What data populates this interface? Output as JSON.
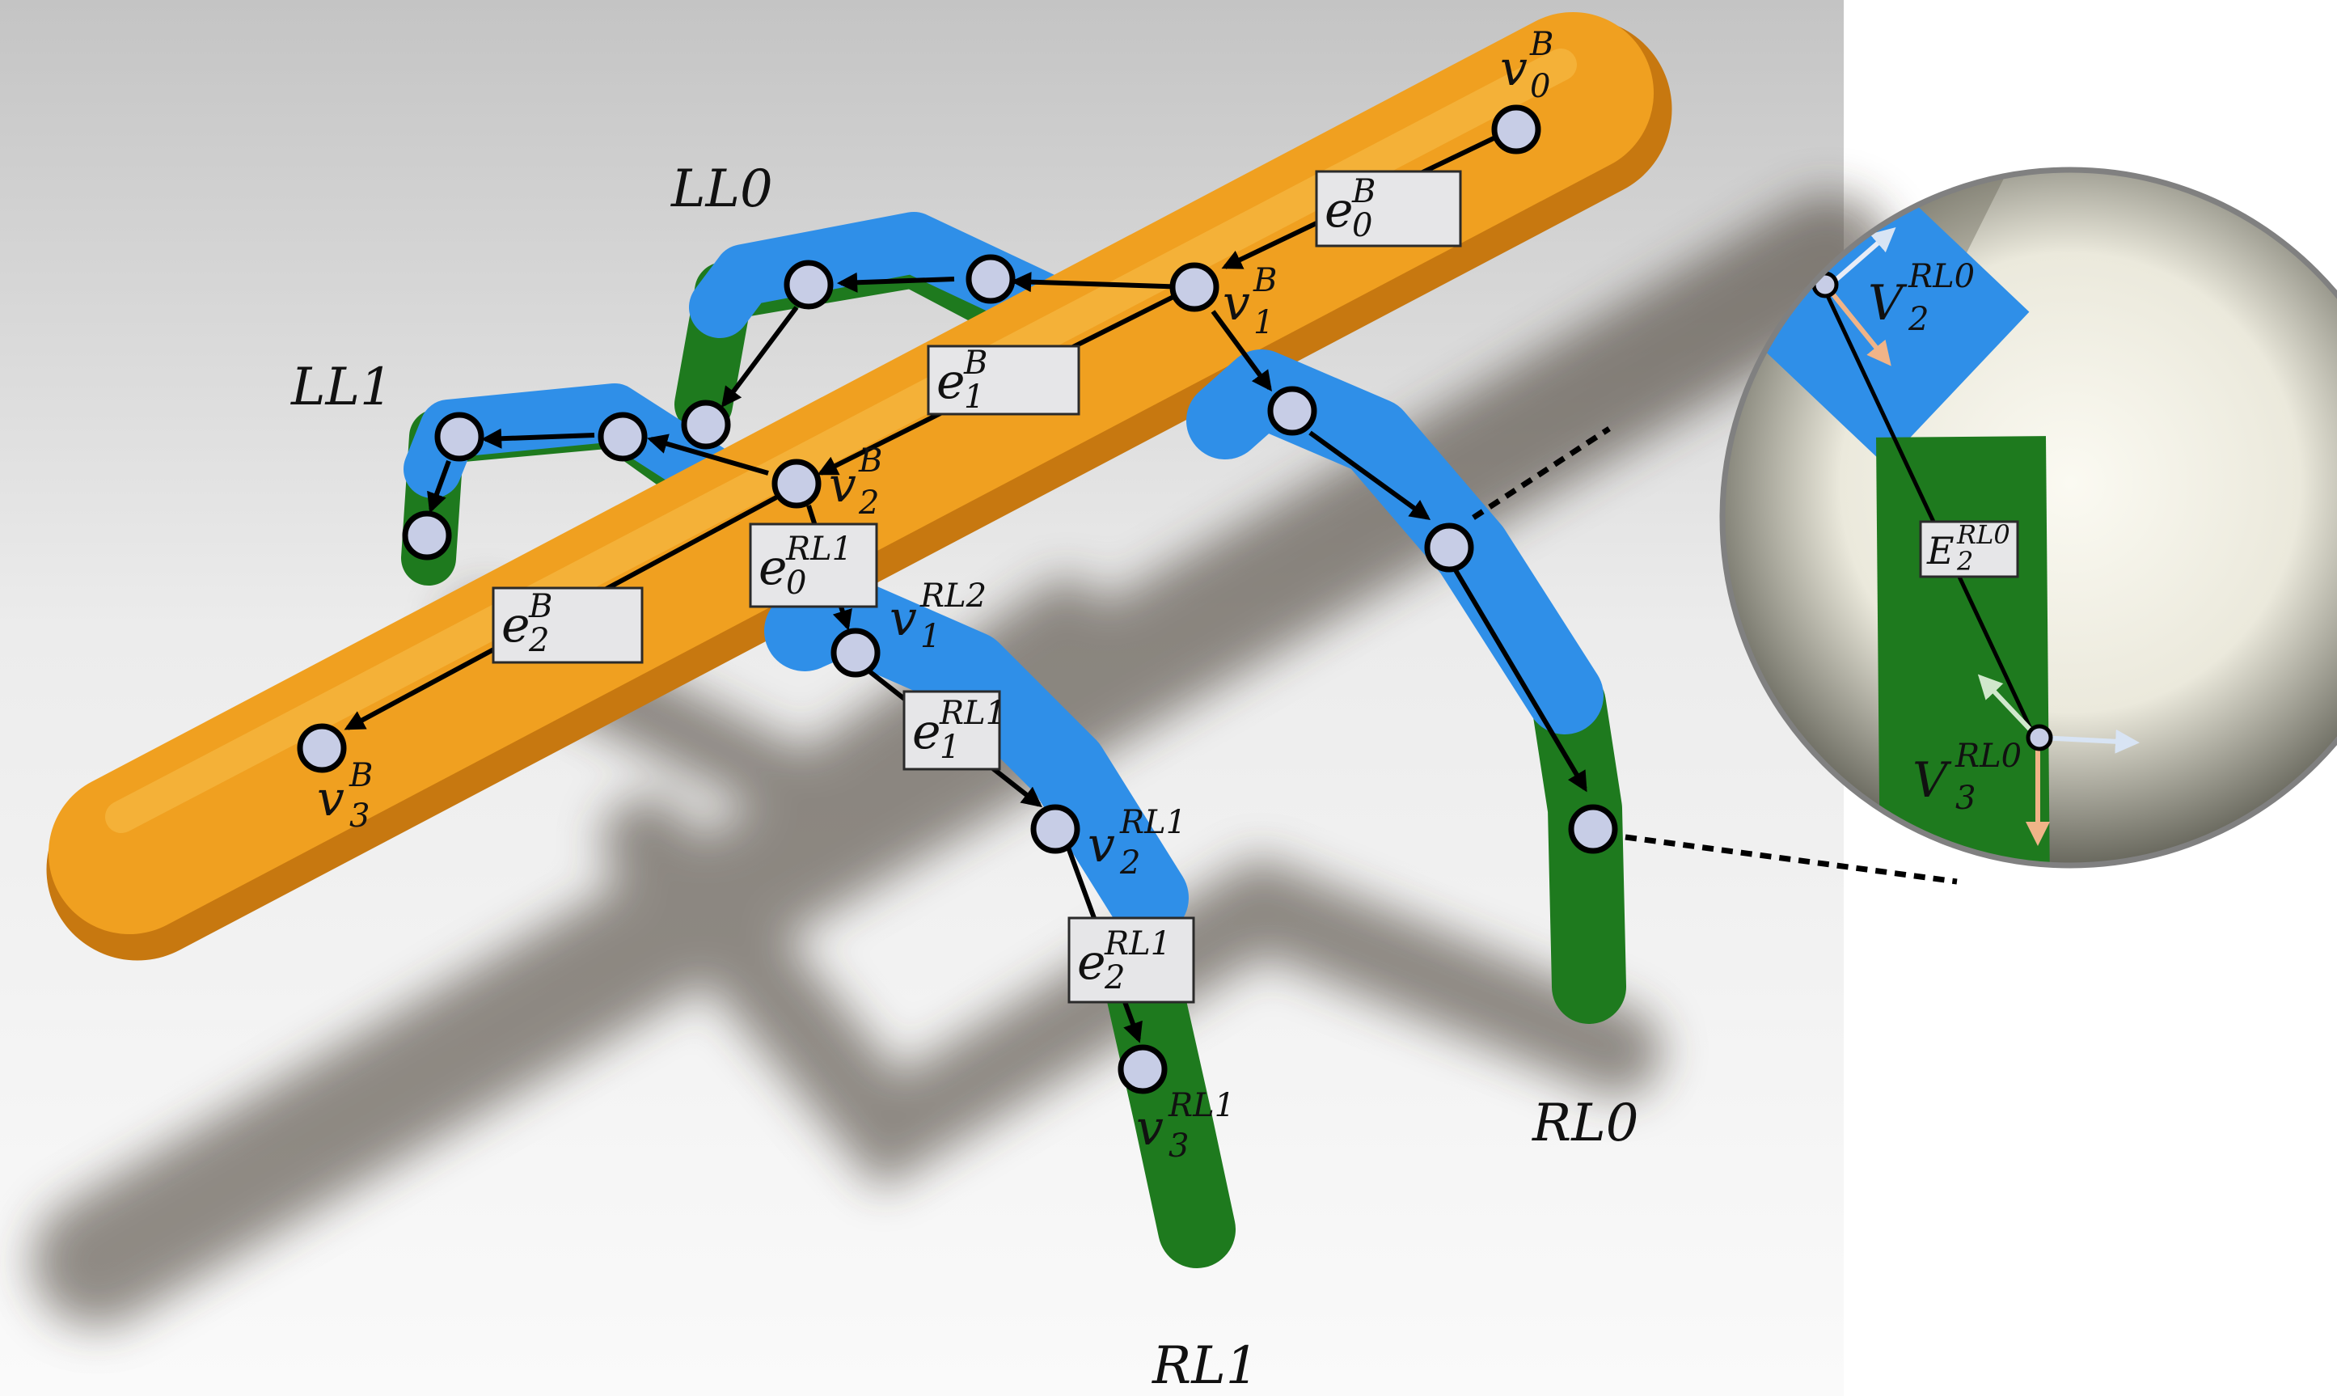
{
  "figure": {
    "limb_labels": {
      "LL0": "LL0",
      "LL1": "LL1",
      "RL0": "RL0",
      "RL1": "RL1"
    },
    "vertex_labels": {
      "v0B": {
        "sym": "v",
        "sup": "B",
        "sub": "0"
      },
      "v1B": {
        "sym": "v",
        "sup": "B",
        "sub": "1"
      },
      "v2B": {
        "sym": "v",
        "sup": "B",
        "sub": "2"
      },
      "v3B": {
        "sym": "v",
        "sup": "B",
        "sub": "3"
      },
      "v1RL2": {
        "sym": "v",
        "sup": "RL2",
        "sub": "1"
      },
      "v2RL1": {
        "sym": "v",
        "sup": "RL1",
        "sub": "2"
      },
      "v3RL1": {
        "sym": "v",
        "sup": "RL1",
        "sub": "3"
      }
    },
    "edge_labels": {
      "e0B": {
        "sym": "e",
        "sup": "B",
        "sub": "0"
      },
      "e1B": {
        "sym": "e",
        "sup": "B",
        "sub": "1"
      },
      "e2B": {
        "sym": "e",
        "sup": "B",
        "sub": "2"
      },
      "e0RL1": {
        "sym": "e",
        "sup": "RL1",
        "sub": "0"
      },
      "e1RL1": {
        "sym": "e",
        "sup": "RL1",
        "sub": "1"
      },
      "e2RL1": {
        "sym": "e",
        "sup": "RL1",
        "sub": "2"
      }
    },
    "zoom_labels": {
      "V2RL0": {
        "sym": "V",
        "sup": "RL0",
        "sub": "2"
      },
      "E2RL0": {
        "sym": "E",
        "sup": "RL0",
        "sub": "2"
      },
      "V3RL0": {
        "sym": "V",
        "sup": "RL0",
        "sub": "3"
      }
    },
    "colors": {
      "body": "#f0a020",
      "upper_limb": "#2f8fe8",
      "lower_limb": "#1e7a1e",
      "node_fill": "#c7cde6",
      "label_box": "#e6e6e8",
      "axis_green": "#d0e8cc",
      "axis_orange": "#f0b488",
      "axis_blue": "#d8e4f4"
    }
  }
}
